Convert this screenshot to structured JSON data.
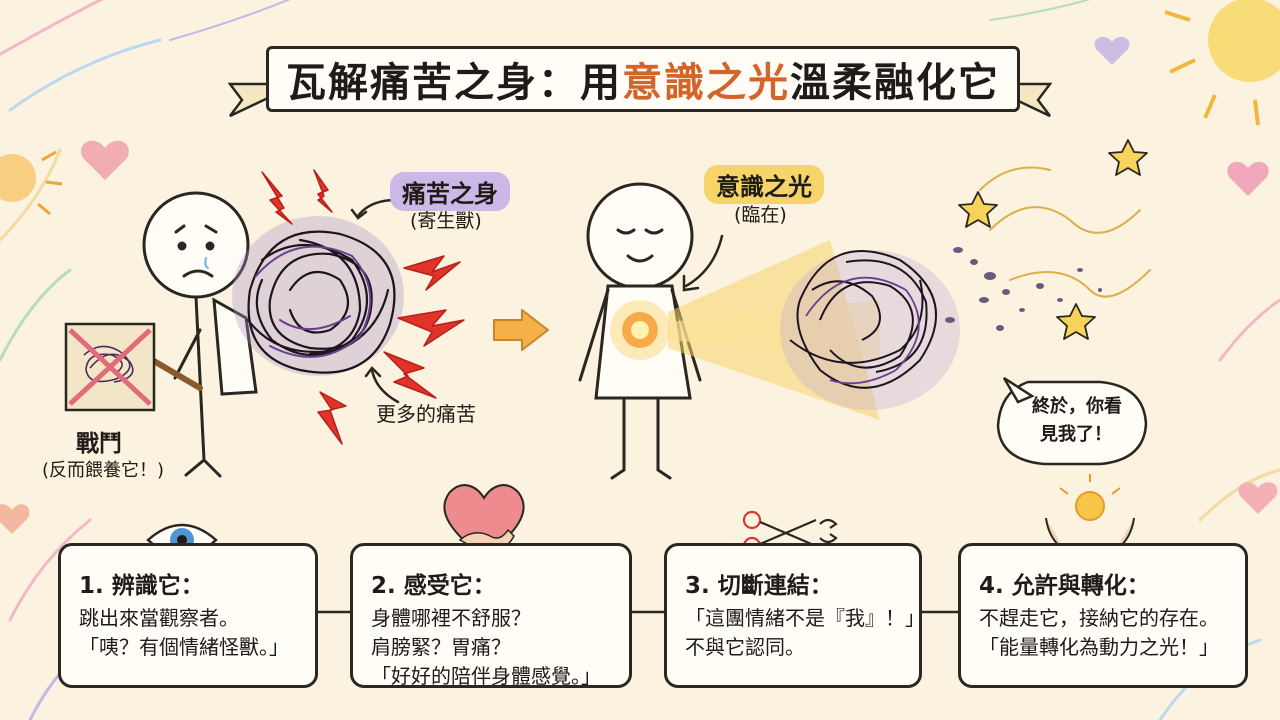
{
  "title": {
    "before": "瓦解痛苦之身：用",
    "accent": "意識之光",
    "after": "溫柔融化它"
  },
  "colors": {
    "background": "#fbf3df",
    "accent": "#d4652a",
    "purple_highlight": "#c9b6e4",
    "yellow_highlight": "#f6d46a",
    "red_zigzag": "#e0342b",
    "light": "#f7c54a"
  },
  "left_scene": {
    "pain_body_label": "痛苦之身",
    "pain_body_sub": "(寄生獸)",
    "more_pain": "更多的痛苦",
    "fight_label": "戰鬥",
    "fight_sub": "(反而餵養它！)"
  },
  "right_scene": {
    "light_label": "意識之光",
    "light_sub": "(臨在)",
    "speech_line1": "終於，你看",
    "speech_line2": "見我了！"
  },
  "steps": [
    {
      "title": "1. 辨識它：",
      "lines": [
        "跳出來當觀察者。",
        "「咦？有個情緒怪獸。」"
      ],
      "icon": "eye-icon"
    },
    {
      "title": "2. 感受它：",
      "lines": [
        "身體哪裡不舒服？",
        "肩膀緊？胃痛？",
        "「好好的陪伴身體感覺。」"
      ],
      "icon": "heart-hand-icon"
    },
    {
      "title": "3. 切斷連結：",
      "lines": [
        "「這團情緒不是『我』！」",
        "不與它認同。"
      ],
      "icon": "scissors-icon"
    },
    {
      "title": "4. 允許與轉化：",
      "lines": [
        "不趕走它，接納它的存在。",
        "「能量轉化為動力之光！」"
      ],
      "icon": "sun-hands-icon"
    }
  ]
}
